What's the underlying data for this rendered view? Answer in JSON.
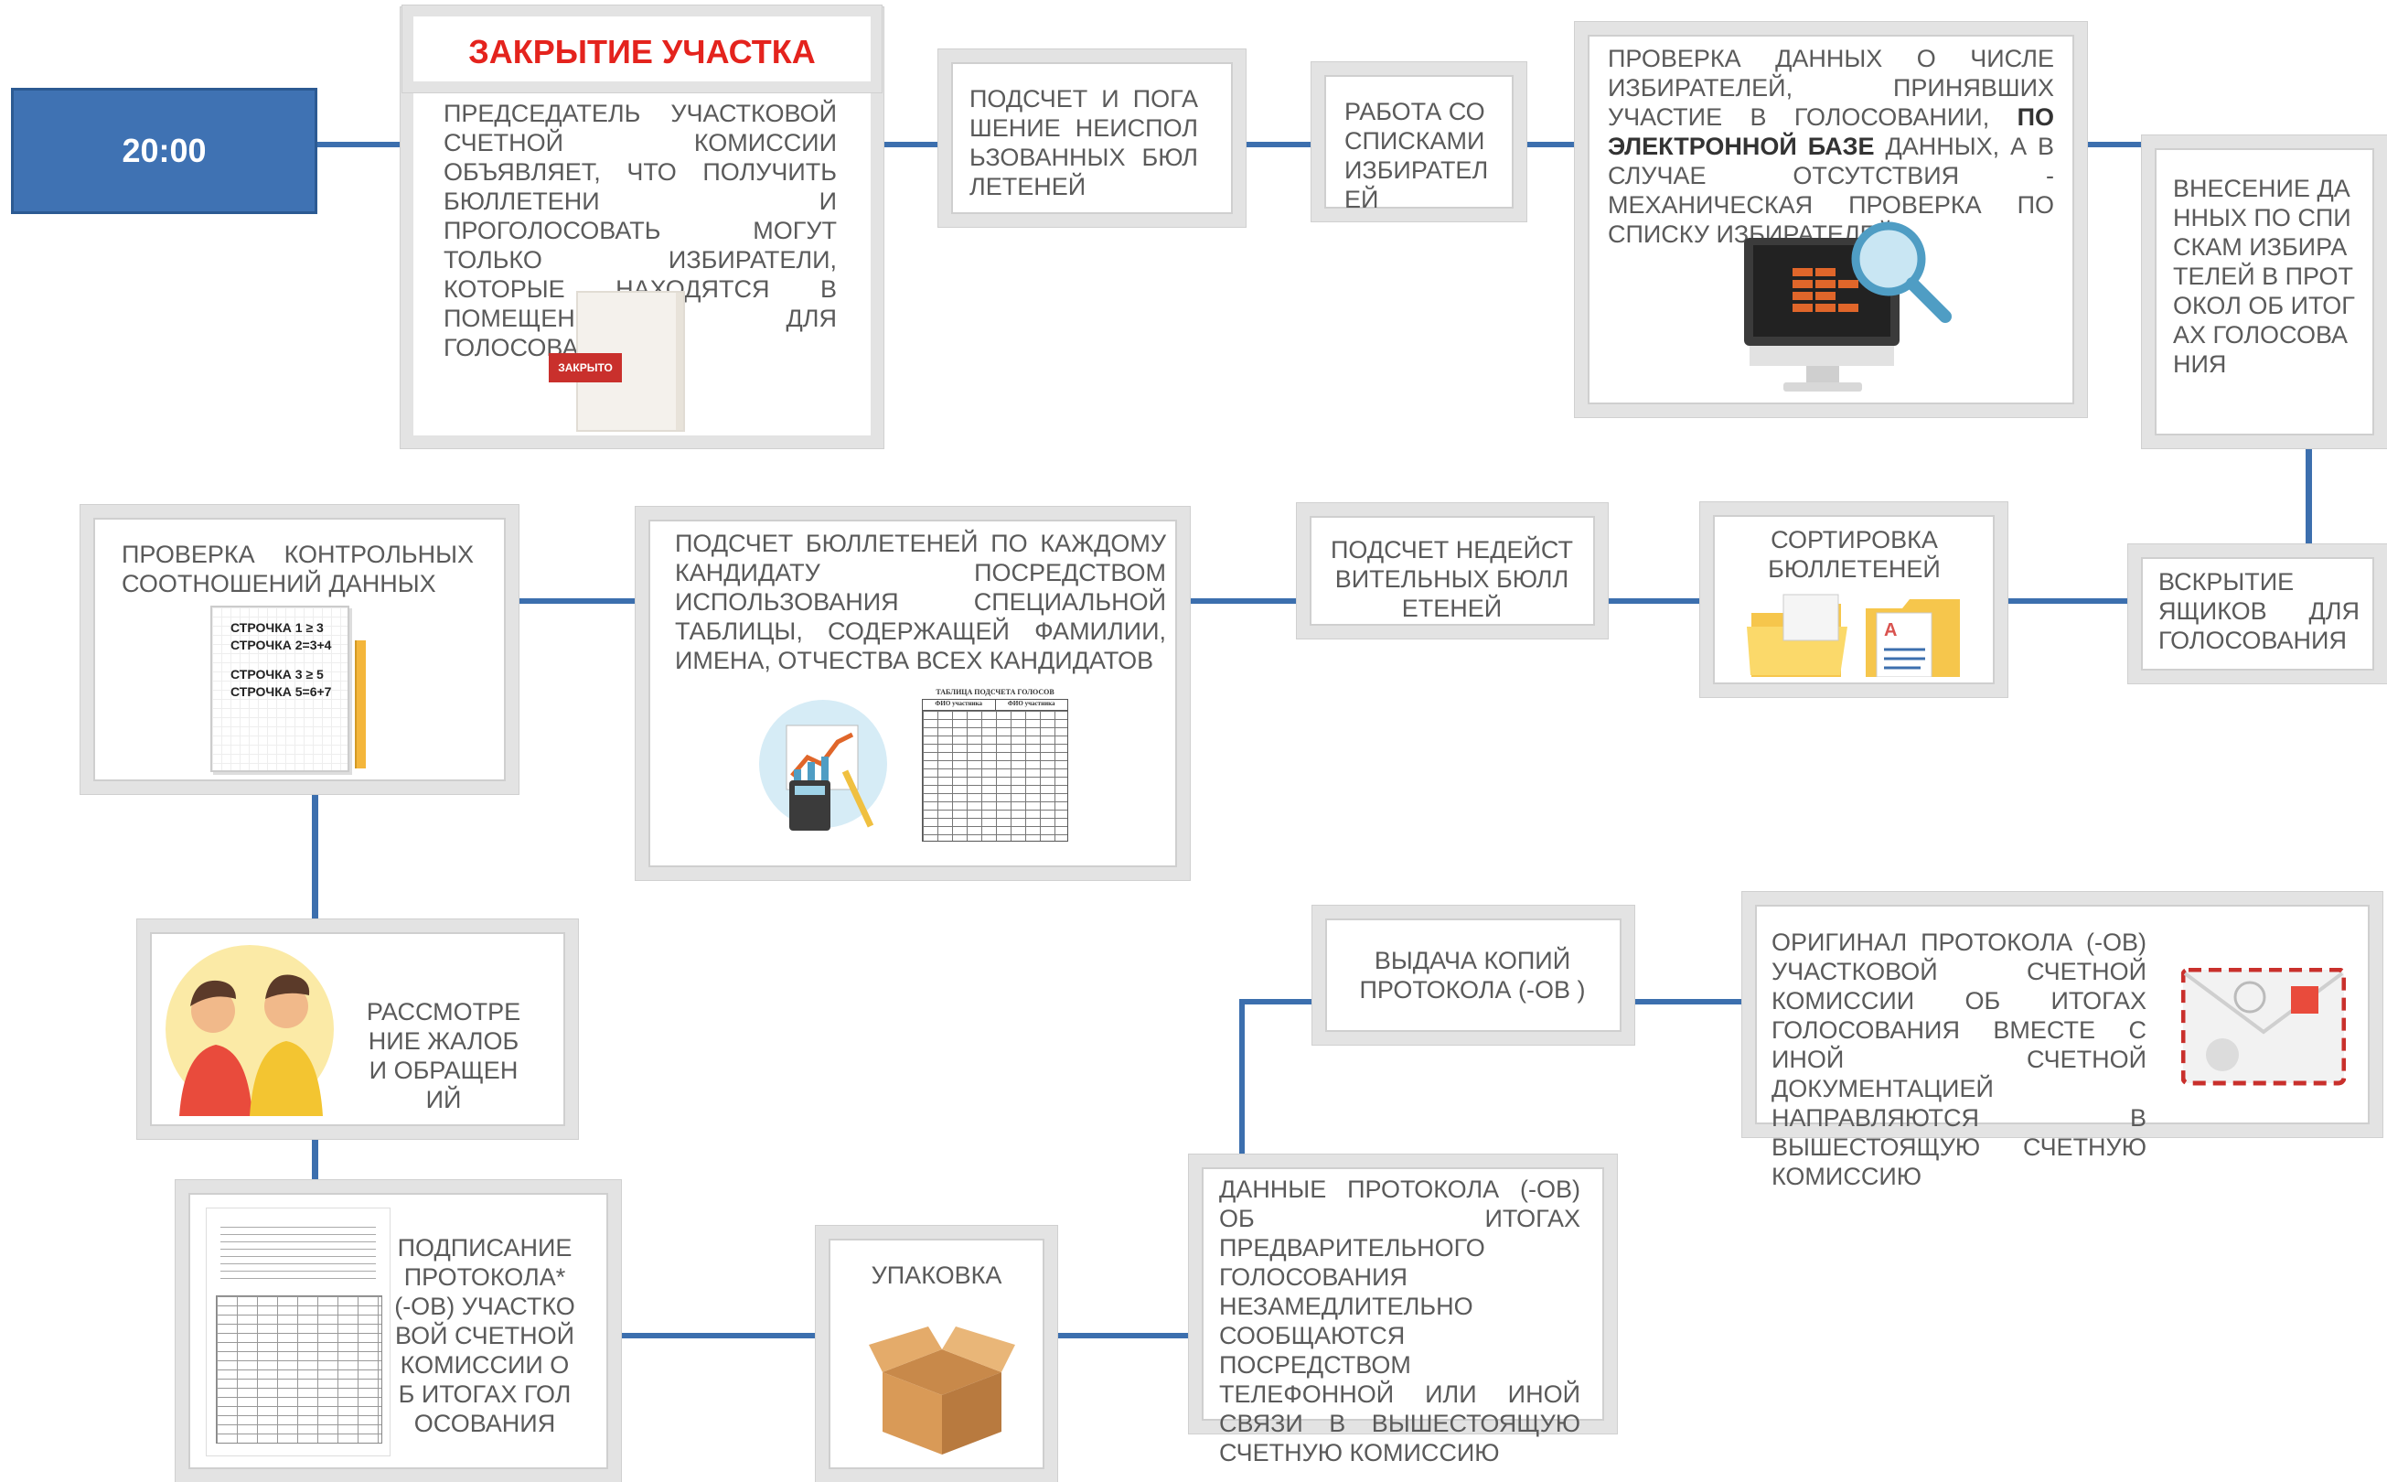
{
  "time": "20:00",
  "title": "ЗАКРЫТИЕ УЧАСТКА",
  "steps": {
    "chairman": "ПРЕДСЕДАТЕЛЬ УЧАСТКОВОЙ СЧЕТНОЙ КОМИССИИ ОБЪЯВЛЯЕТ, ЧТО ПОЛУЧИТЬ БЮЛЛЕТЕНИ И ПРОГОЛОСОВАТЬ МОГУТ ТОЛЬКО ИЗБИРАТЕЛИ, КОТОРЫЕ НАХОДЯТСЯ В ПОМЕЩЕНИИ ДЛЯ ГОЛОСОВАНИЯ",
    "count_unused": "ПОДСЧЕТ И ПОГАШЕНИЕ НЕИСПОЛЬЗОВАННЫХ БЮЛЛЕТЕНЕЙ",
    "work_lists": "РАБОТА СО СПИСКАМИ ИЗБИРАТЕЛЕЙ",
    "check_data_a": "ПРОВЕРКА ДАННЫХ О ЧИСЛЕ ИЗБИРАТЕЛЕЙ, ПРИНЯВШИХ УЧАСТИЕ В ГОЛОСОВАНИИ, ",
    "check_data_bold": "ПО ЭЛЕКТРОННОЙ БАЗЕ",
    "check_data_b": " ДАННЫХ, А В СЛУЧАЕ ОТСУТСТВИЯ - МЕХАНИЧЕСКАЯ ПРОВЕРКА ПО СПИСКУ ИЗБИРАТЕЛЕЙ",
    "enter_data": "ВНЕСЕНИЕ ДАННЫХ ПО СПИСКАМ ИЗБИРАТЕЛЕЙ В ПРОТОКОЛ ОБ ИТОГАХ ГОЛОСОВАНИЯ",
    "open_boxes": "ВСКРЫТИЕ ЯЩИКОВ ДЛЯ ГОЛОСОВАНИЯ",
    "sorting": "СОРТИРОВКА БЮЛЛЕТЕНЕЙ",
    "count_invalid": "ПОДСЧЕТ НЕДЕЙСТВИТЕЛЬНЫХ БЮЛЛЕТЕНЕЙ",
    "count_per_candidate": "ПОДСЧЕТ БЮЛЛЕТЕНЕЙ ПО КАЖДОМУ КАНДИДАТУ ПОСРЕДСТВОМ ИСПОЛЬЗОВАНИЯ СПЕЦИАЛЬНОЙ ТАБЛИЦЫ, СОДЕРЖАЩЕЙ ФАМИЛИИ, ИМЕНА, ОТЧЕСТВА ВСЕХ КАНДИДАТОВ",
    "check_ratios": "ПРОВЕРКА КОНТРОЛЬНЫХ СООТНОШЕНИЙ ДАННЫХ",
    "complaints": "РАССМОТРЕНИЕ ЖАЛОБ И ОБРАЩЕНИЙ",
    "signing": "ПОДПИСАНИЕ ПРОТОКОЛА* (-ОВ) УЧАСТКОВОЙ СЧЕТНОЙ КОМИССИИ ОБ ИТОГАХ ГОЛОСОВАНИЯ",
    "packing": "УПАКОВКА",
    "report_data": "ДАННЫЕ ПРОТОКОЛА (-ОВ) ОБ ИТОГАХ ПРЕДВАРИТЕЛЬНОГО ГОЛОСОВАНИЯ НЕЗАМЕДЛИТЕЛЬНО СООБЩАЮТСЯ ПОСРЕДСТВОМ ТЕЛЕФОННОЙ ИЛИ ИНОЙ СВЯЗИ В ВЫШЕСТОЯЩУЮ СЧЕТНУЮ КОМИССИЮ",
    "copies": "ВЫДАЧА КОПИЙ ПРОТОКОЛА (-ОВ )",
    "original": "ОРИГИНАЛ ПРОТОКОЛА (-ОВ) УЧАСТКОВОЙ СЧЕТНОЙ КОМИССИИ ОБ ИТОГАХ ГОЛОСОВАНИЯ ВМЕСТЕ С ИНОЙ СЧЕТНОЙ ДОКУМЕНТАЦИЕЙ НАПРАВЛЯЮТСЯ В ВЫШЕСТОЯЩУЮ СЧЕТНУЮ КОМИССИЮ"
  },
  "images": {
    "closed_sign": "ЗАКРЫТО",
    "notebook_line1": "СТРОЧКА 1 ≥ 3",
    "notebook_line2": "СТРОЧКА 2=3+4",
    "notebook_line3": "СТРОЧКА 3 ≥ 5",
    "notebook_line4": "СТРОЧКА 5=6+7",
    "table_caption": "ТАБЛИЦА ПОДСЧЕТА ГОЛОСОВ",
    "table_col_a": "ФИО участника",
    "table_col_b": "ФИО участника"
  }
}
